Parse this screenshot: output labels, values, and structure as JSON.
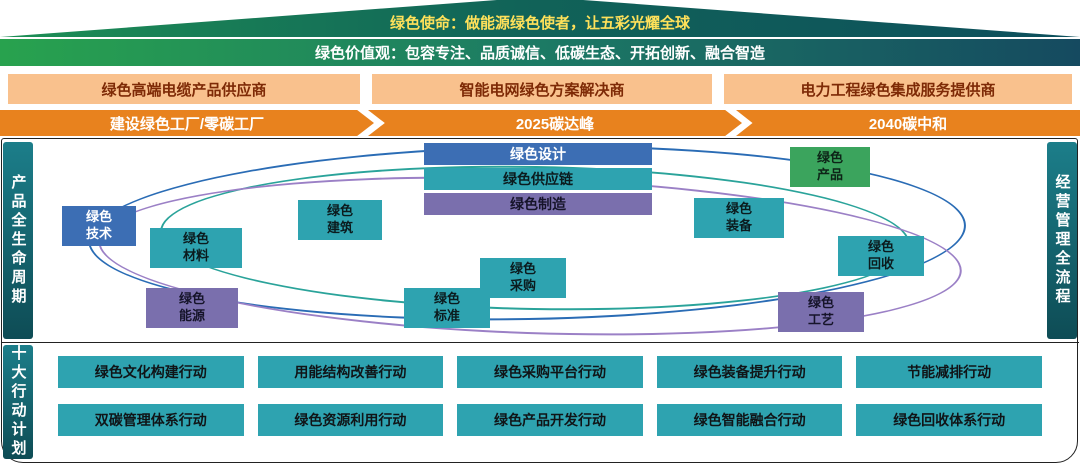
{
  "header": {
    "mission": "绿色使命：做能源绿色使者，让五彩光耀全球",
    "values": "绿色价值观：包容专注、品质诚信、低碳生态、开拓创新、融合智造"
  },
  "positioning": [
    "绿色高端电缆产品供应商",
    "智能电网绿色方案解决商",
    "电力工程绿色集成服务提供商"
  ],
  "roadmap": [
    "建设绿色工厂/零碳工厂",
    "2025碳达峰",
    "2040碳中和"
  ],
  "rails": {
    "left": "产品全生命周期",
    "right": "经营管理全流程",
    "bottom": "十大行动计划"
  },
  "lifecycle": {
    "center": [
      "绿色设计",
      "绿色供应链",
      "绿色制造"
    ],
    "satellites": [
      {
        "label": "绿色技术",
        "color": "blue"
      },
      {
        "label": "绿色材料",
        "color": "teal"
      },
      {
        "label": "绿色建筑",
        "color": "teal"
      },
      {
        "label": "绿色能源",
        "color": "purple"
      },
      {
        "label": "绿色标准",
        "color": "teal"
      },
      {
        "label": "绿色采购",
        "color": "teal"
      },
      {
        "label": "绿色装备",
        "color": "teal"
      },
      {
        "label": "绿色产品",
        "color": "green"
      },
      {
        "label": "绿色回收",
        "color": "teal"
      },
      {
        "label": "绿色工艺",
        "color": "purple"
      }
    ]
  },
  "actions": {
    "rows": [
      [
        "绿色文化构建行动",
        "用能结构改善行动",
        "绿色采购平台行动",
        "绿色装备提升行动",
        "节能减排行动"
      ],
      [
        "双碳管理体系行动",
        "绿色资源利用行动",
        "绿色产品开发行动",
        "绿色智能融合行动",
        "绿色回收体系行动"
      ]
    ]
  },
  "colors": {
    "blue": "#3c6eb4",
    "teal": "#2ea3b0",
    "purple": "#7a6fad",
    "green": "#3ba45d",
    "orange": "#e8821e",
    "peach": "#f9c18d",
    "rail_teal": "#15616d",
    "banner_gradient_start": "#28a24e",
    "banner_gradient_end": "#154a60",
    "mission_text": "#ffe15a"
  }
}
